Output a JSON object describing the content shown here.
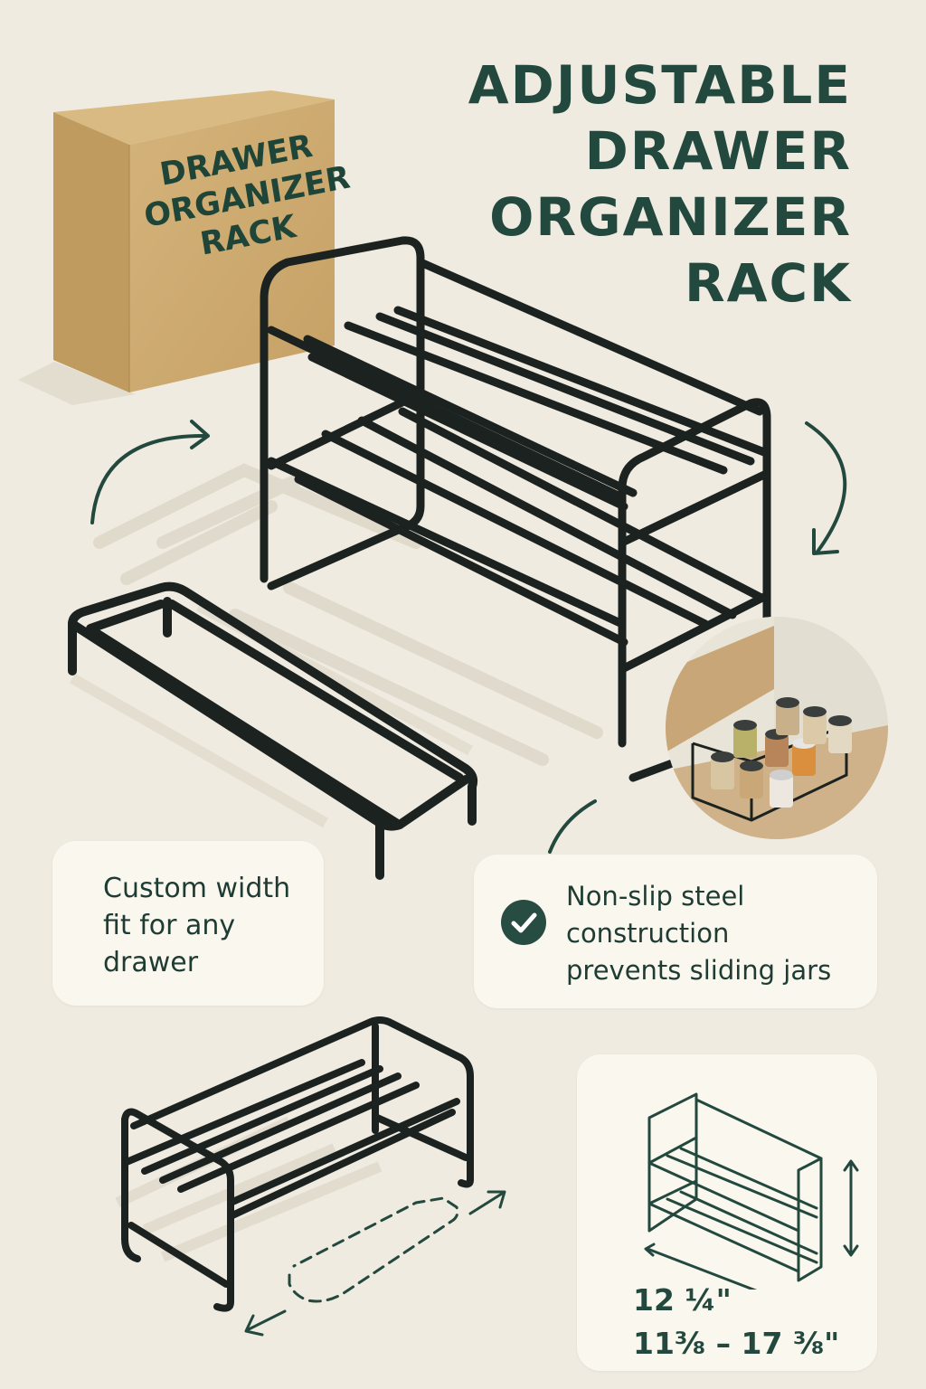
{
  "headline": {
    "lines": [
      "ADJUSTABLE",
      "DRAWER",
      "ORGANIZER",
      "RACK"
    ]
  },
  "product_box": {
    "label_lines": [
      "DRAWER",
      "ORGANIZER",
      "RACK"
    ]
  },
  "features": [
    {
      "icon": "none",
      "lines": [
        "Custom width",
        "fit for any",
        "drawer"
      ]
    },
    {
      "icon": "check-circle-icon",
      "lines": [
        "Non-slip steel",
        "construction",
        "prevents sliding jars"
      ]
    }
  ],
  "dimensions": {
    "depth": "12 ¼\"",
    "width_range": "11⅜ – 17 ⅜\""
  },
  "colors": {
    "background": "#efebe1",
    "accent_green": "#23493e",
    "rack_black": "#1a211e",
    "box_kraft": "#c9a66b",
    "card_bg": "#faf7ef"
  }
}
